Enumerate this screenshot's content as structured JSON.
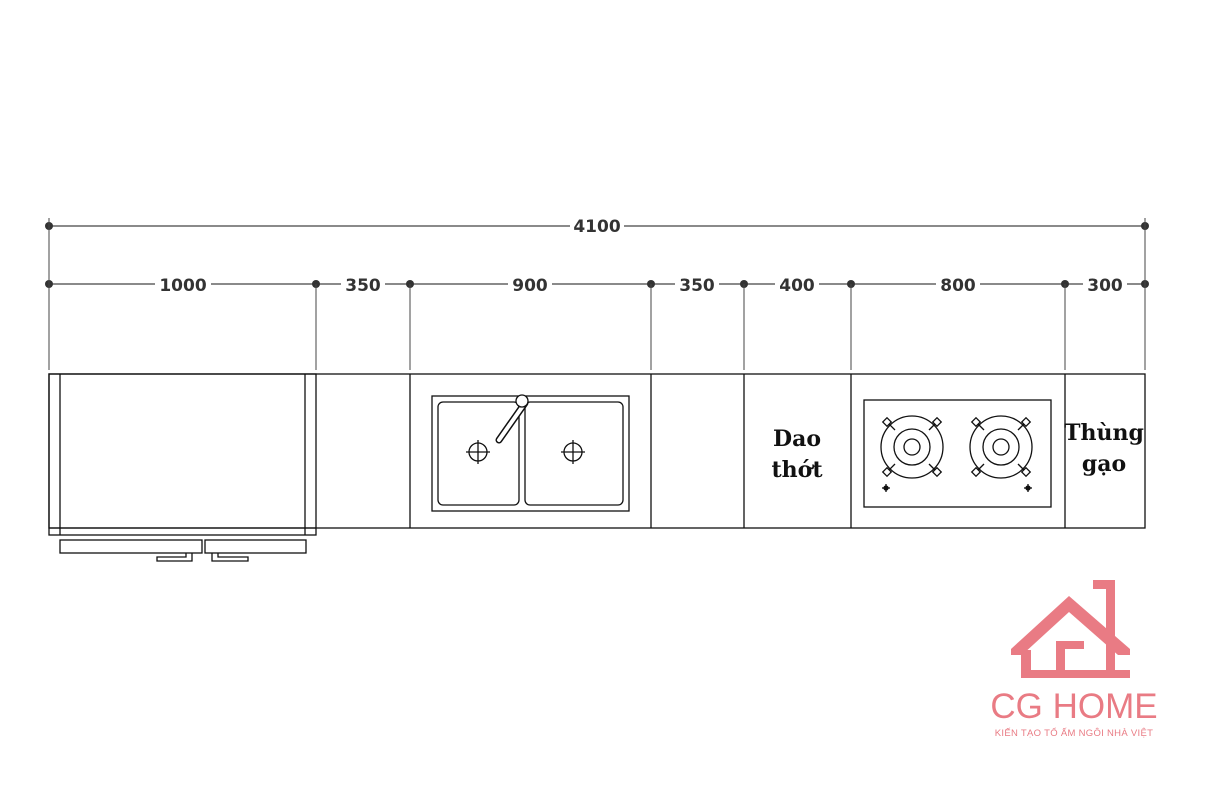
{
  "dimensions": {
    "total": "4100",
    "segments": [
      "1000",
      "350",
      "900",
      "350",
      "400",
      "800",
      "300"
    ]
  },
  "zones": {
    "cutting_board": [
      "Dao",
      "thớt"
    ],
    "rice_bin": [
      "Thùng",
      "gạo"
    ]
  },
  "brand": {
    "name": "CG HOME",
    "tagline": "KIẾN TẠO TỔ ẤM NGÔI NHÀ VIỆT",
    "color": "#e97b84"
  },
  "colors": {
    "line": "#111111",
    "dimension": "#444444"
  }
}
